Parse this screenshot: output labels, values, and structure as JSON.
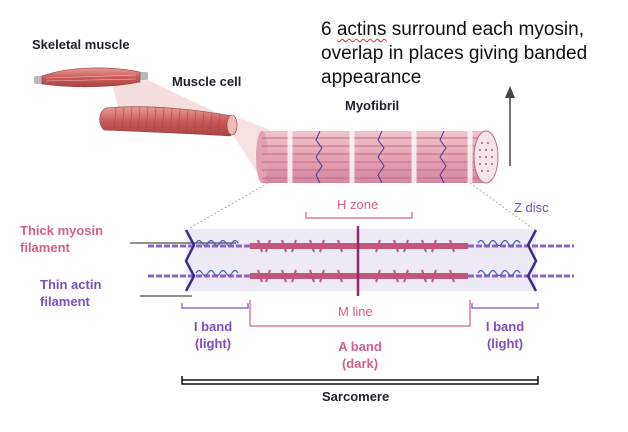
{
  "note": {
    "line1_word": "6",
    "line1_squiggle": "actins",
    "line1_rest": "surround each myosin,",
    "line2": "overlap in places giving banded",
    "line3": "appearance"
  },
  "labels": {
    "skeletal_muscle": "Skeletal muscle",
    "muscle_cell": "Muscle cell",
    "myofibril": "Myofibril",
    "h_zone": "H zone",
    "z_disc": "Z disc",
    "thick_myosin_1": "Thick myosin",
    "thick_myosin_2": "filament",
    "thin_actin_1": "Thin actin",
    "thin_actin_2": "filament",
    "m_line": "M line",
    "i_band_left_1": "I band",
    "i_band_left_2": "(light)",
    "a_band_1": "A band",
    "a_band_2": "(dark)",
    "i_band_right_1": "I band",
    "i_band_right_2": "(light)",
    "sarcomere": "Sarcomere"
  },
  "colors": {
    "myosin": "#c2577c",
    "actin": "#8b63c9",
    "zdisc": "#3b2b8a",
    "muscle": "#c85a5a",
    "label_pink": "#d35f8d",
    "label_purple": "#7a4fc0"
  }
}
